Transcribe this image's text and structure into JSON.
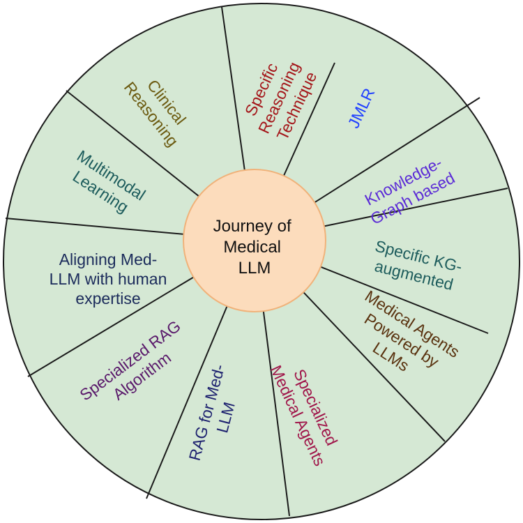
{
  "center": {
    "lines": [
      "Journey of",
      "Medical",
      "LLM"
    ],
    "fill": "#fcdcbc",
    "stroke": "#f0b27a"
  },
  "wheel": {
    "fill": "#d5e8d4",
    "stroke": "#1a1a1a"
  },
  "segments": [
    {
      "lines": [
        "Specific",
        "Reasoning",
        "Technique"
      ],
      "color": "#a4161a"
    },
    {
      "lines": [
        "JMLR"
      ],
      "color": "#1f3fff"
    },
    {
      "lines": [
        "Knowledge-",
        "Graph based"
      ],
      "color": "#5b2bd6"
    },
    {
      "lines": [
        "Specific KG-",
        "augmented"
      ],
      "color": "#1d5c5c"
    },
    {
      "lines": [
        "Medical Agents",
        "Powered by",
        "LLMs"
      ],
      "color": "#5a3310"
    },
    {
      "lines": [
        "Specialized",
        "Medical Agents"
      ],
      "color": "#a0164a"
    },
    {
      "lines": [
        "RAG for Med-",
        "LLM"
      ],
      "color": "#1f2370"
    },
    {
      "lines": [
        "Specialized RAG",
        "Algorithm"
      ],
      "color": "#5a1a6b"
    },
    {
      "lines": [
        "Aligning Med-",
        "LLM with human",
        "expertise"
      ],
      "color": "#1a2a5a"
    },
    {
      "lines": [
        "Multimodal",
        "Learning"
      ],
      "color": "#1d5c5c"
    },
    {
      "lines": [
        "Clinical",
        "Reasoning"
      ],
      "color": "#6b5a10"
    }
  ]
}
